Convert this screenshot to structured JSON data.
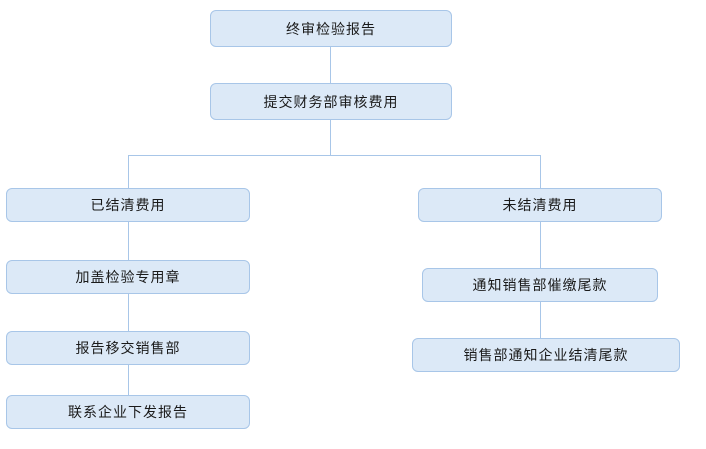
{
  "diagram": {
    "title": "report-issuing-flowchart",
    "colors": {
      "node_fill": "#dce9f7",
      "node_border": "#a8c6e8",
      "connector": "#a8c6e8",
      "text": "#1a1a1a",
      "background": "#ffffff"
    },
    "nodes": {
      "final_report": "终审检验报告",
      "submit_finance": "提交财务部审核费用",
      "settled": "已结清费用",
      "unsettled": "未结清费用",
      "stamp_seal": "加盖检验专用章",
      "transfer_sales": "报告移交销售部",
      "contact_issue": "联系企业下发报告",
      "notify_urge_payment": "通知销售部催缴尾款",
      "sales_notify_settle": "销售部通知企业结清尾款"
    },
    "edges": [
      {
        "from": "final_report",
        "to": "submit_finance"
      },
      {
        "from": "submit_finance",
        "to": "settled"
      },
      {
        "from": "submit_finance",
        "to": "unsettled"
      },
      {
        "from": "settled",
        "to": "stamp_seal"
      },
      {
        "from": "stamp_seal",
        "to": "transfer_sales"
      },
      {
        "from": "transfer_sales",
        "to": "contact_issue"
      },
      {
        "from": "unsettled",
        "to": "notify_urge_payment"
      },
      {
        "from": "notify_urge_payment",
        "to": "sales_notify_settle"
      }
    ]
  }
}
